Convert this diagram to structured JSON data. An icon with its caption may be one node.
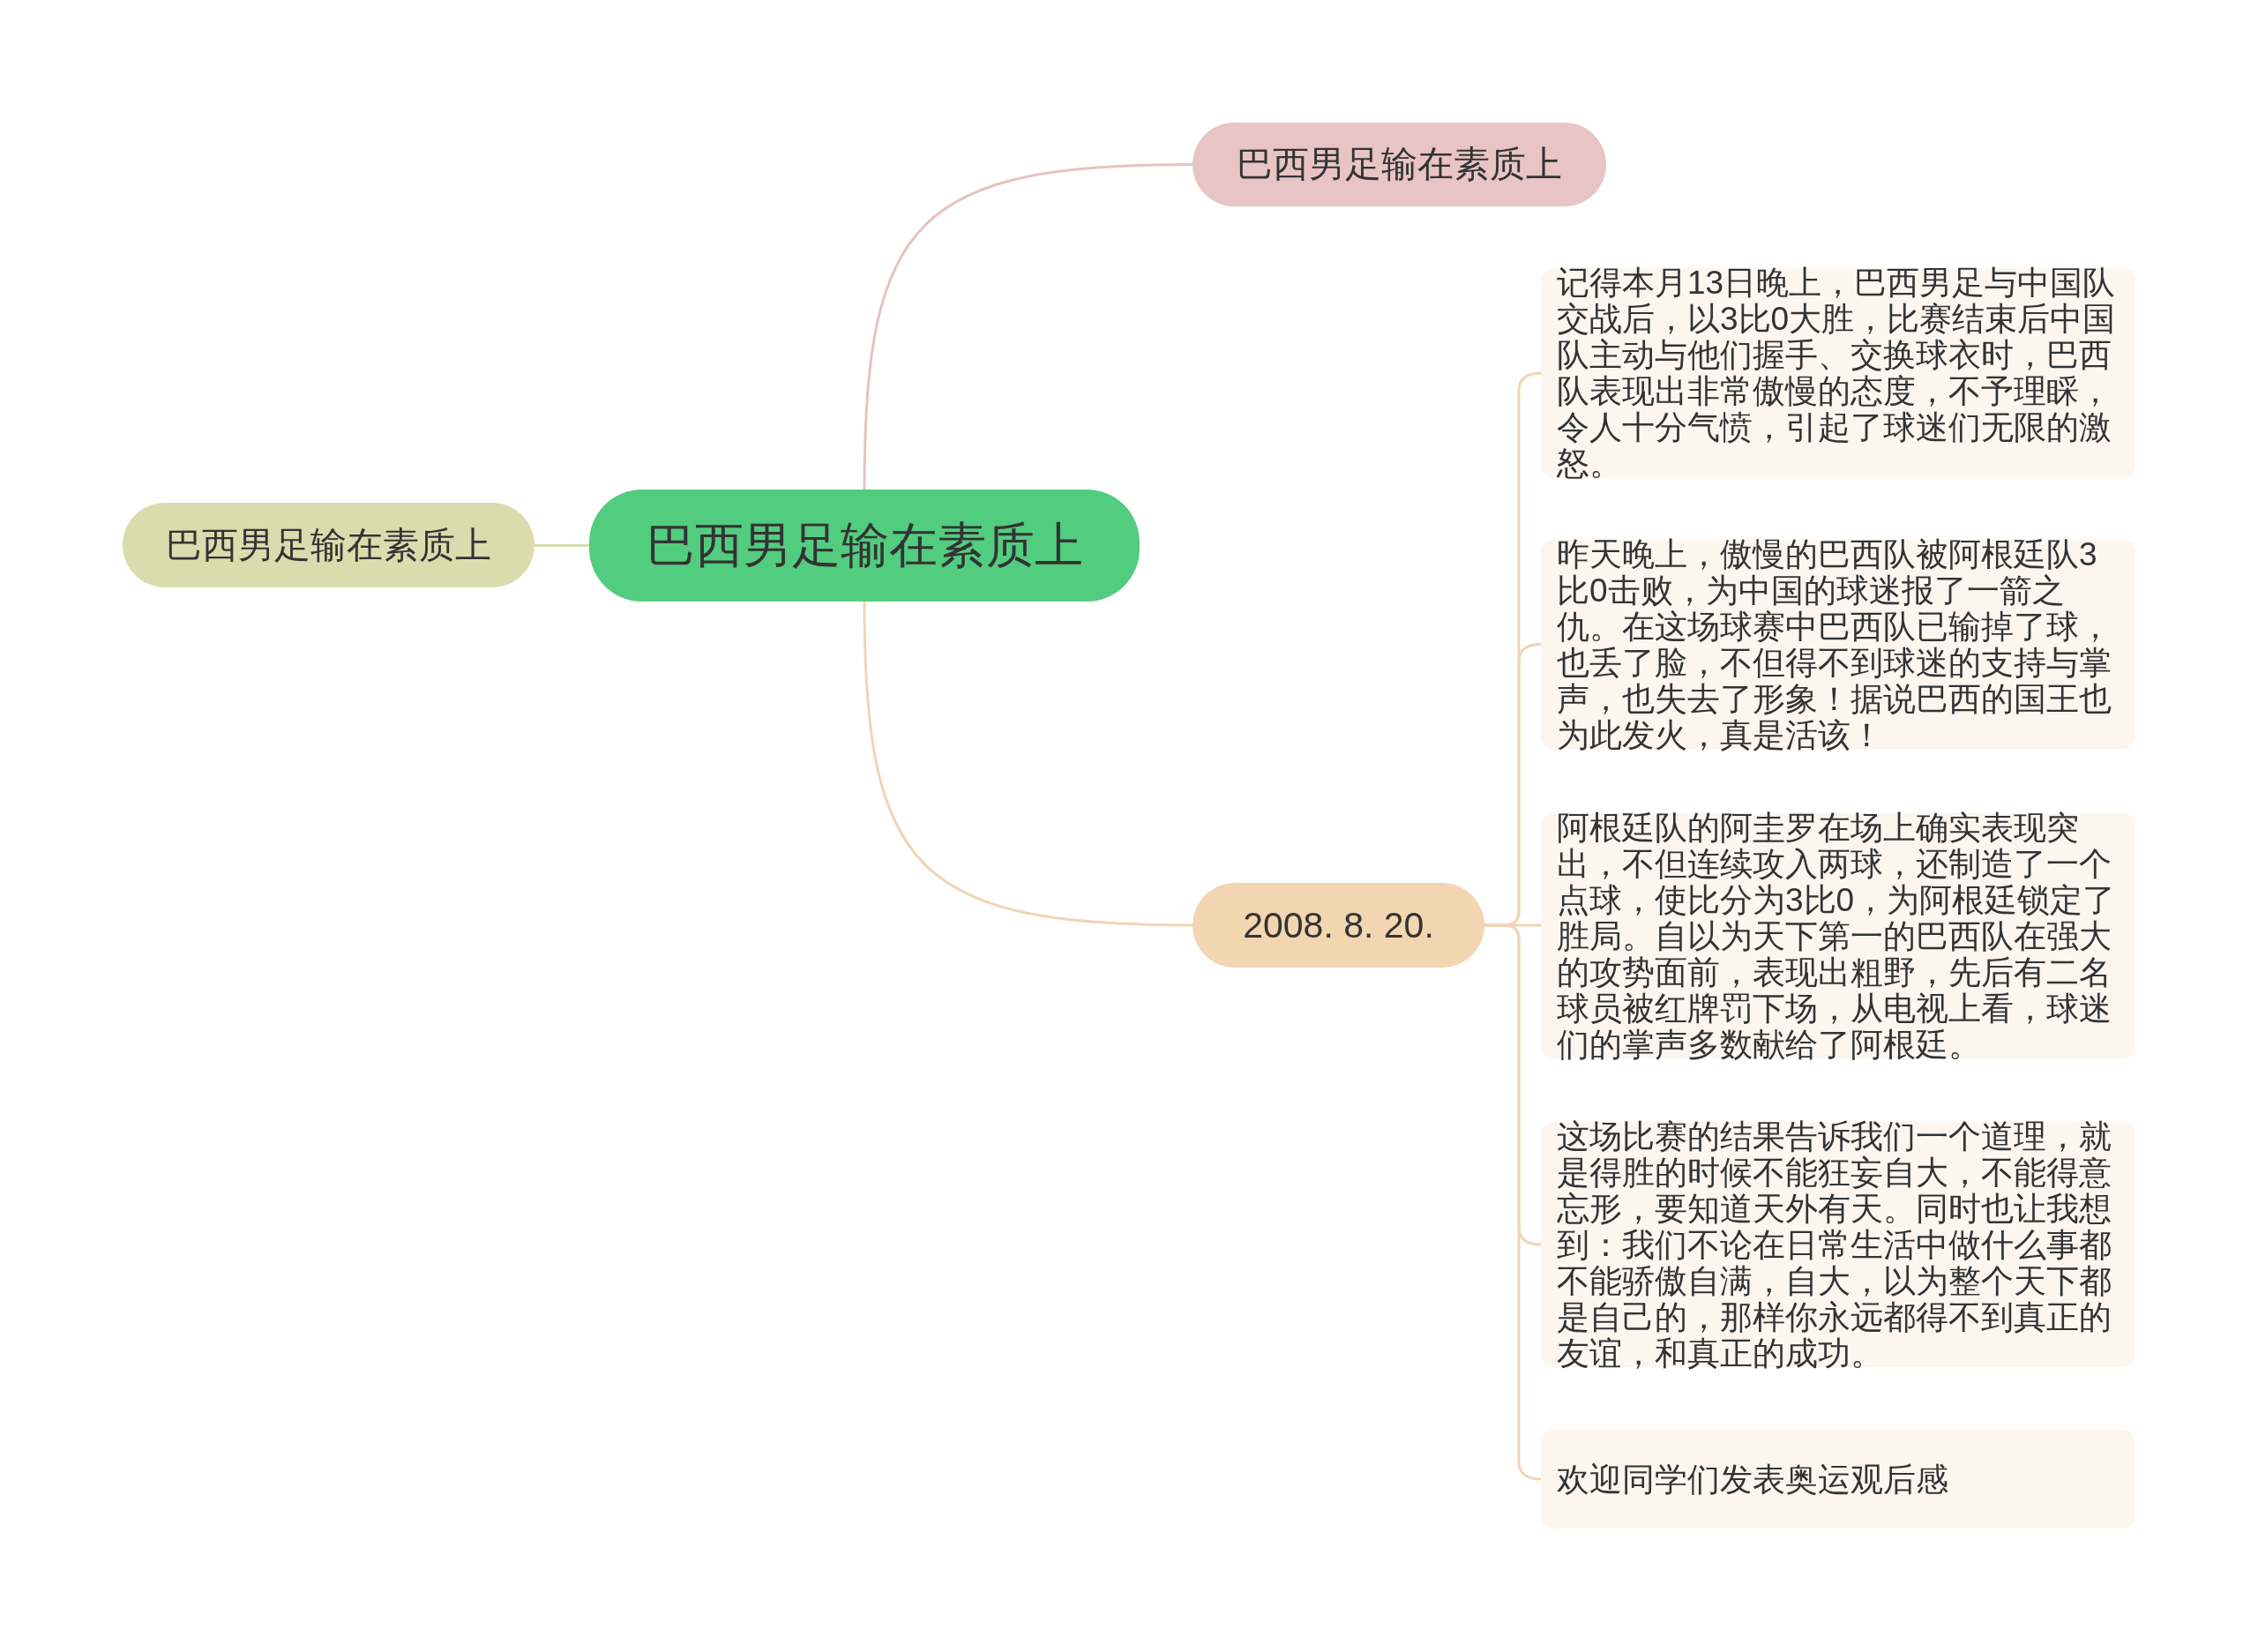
{
  "diagram": {
    "nodes": [
      {
        "text": [
          "巴西男足输在素质上"
        ]
      },
      {
        "text": [
          "巴西男足输在素质上"
        ]
      },
      {
        "text": [
          "巴西男足输在素质上"
        ]
      },
      {
        "text": [
          "2008. 8. 20."
        ]
      },
      {
        "text": [
          "记得本月13日晚上，巴西男足与中国队交战后，以3比0大胜，比赛结束后中国队主动与他们握手、交换球衣时，巴西队表现出非常傲慢的态度，不予理睬，令人十分气愤，引起了球迷们无限的激怒。"
        ]
      },
      {
        "text": [
          "昨天晚上，傲慢的巴西队被阿根廷队3比0击败，为中国的球迷报了一箭之仇。在这场球赛中巴西队已输掉了球，也丢了脸，不但得不到球迷的支持与掌声，也失去了形象！据说巴西的国王也为此发火，真是活该！"
        ]
      },
      {
        "text": [
          "阿根廷队的阿圭罗在场上确实表现突出，不但连续攻入两球，还制造了一个点球，使比分为3比0，为阿根廷锁定了胜局。自以为天下第一的巴西队在强大的攻势面前，表现出粗野，先后有二名球员被红牌罚下场，从电视上看，球迷们的掌声多数献给了阿根廷。"
        ]
      },
      {
        "text": [
          "这场比赛的结果告诉我们一个道理，就是得胜的时候不能狂妄自大，不能得意忘形，要知道天外有天。同时也让我想到：我们不论在日常生活中做什么事都不能骄傲自满，自大，以为整个天下都是自己的，那样你永远都得不到真正的友谊，和真正的成功。"
        ]
      },
      {
        "text": [
          "欢迎同学们发表奥运观后感"
        ]
      }
    ],
    "edges": [
      {
        "from": 0,
        "to": 1,
        "arrow": "none",
        "color": "#e5c3c3"
      },
      {
        "from": 0,
        "to": 2,
        "arrow": "none",
        "color": "#dadcad"
      },
      {
        "from": 0,
        "to": 3,
        "arrow": "none"
      },
      {
        "from": 3,
        "to": 4,
        "arrow": "none"
      },
      {
        "from": 3,
        "to": 5,
        "arrow": "none"
      },
      {
        "from": 3,
        "to": 6,
        "arrow": "none"
      },
      {
        "from": 3,
        "to": 7,
        "arrow": "none"
      },
      {
        "from": 3,
        "to": 8,
        "arrow": "none"
      }
    ]
  }
}
